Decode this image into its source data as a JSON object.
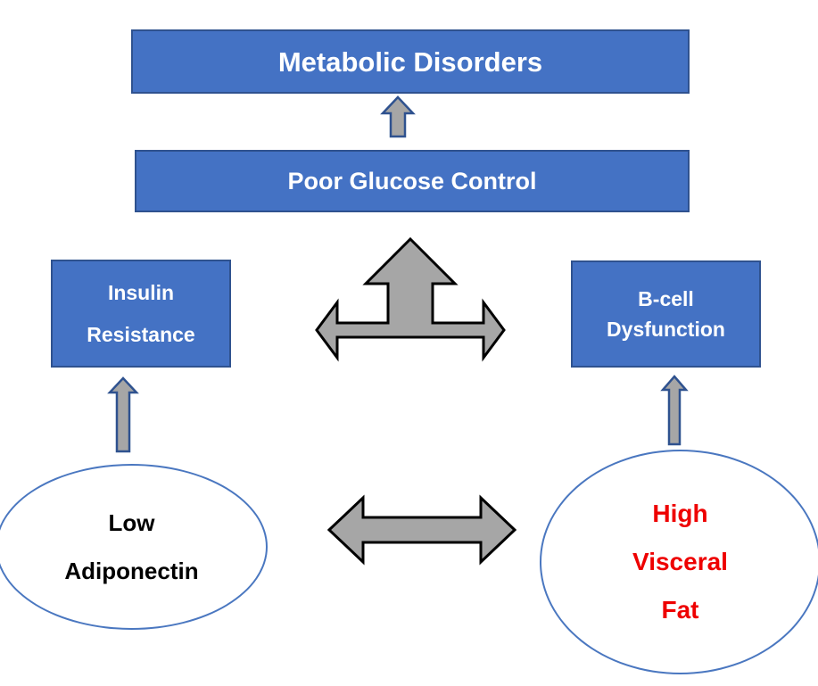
{
  "diagram": {
    "title_implied": "Metabolic Disorders pathway",
    "colors": {
      "box_fill": "#4472C4",
      "box_border": "#2F528F",
      "box_text": "#FFFFFF",
      "ellipse_border": "#4A77C0",
      "ellipse_fill": "#FFFFFF",
      "highlight_text": "#EE0000",
      "normal_text": "#000000",
      "arrow_gray_fill": "#A6A6A6",
      "arrow_gray_stroke": "#000000",
      "arrow_small_fill": "#A6A6A6",
      "arrow_small_stroke": "#2F528F",
      "background": "#FFFFFF"
    },
    "nodes": {
      "metabolic_disorders": {
        "label": "Metabolic Disorders",
        "shape": "rectangle"
      },
      "poor_glucose_control": {
        "label": "Poor Glucose Control",
        "shape": "rectangle"
      },
      "insulin_resistance": {
        "line1": "Insulin",
        "line2": "Resistance",
        "shape": "rectangle"
      },
      "bcell_dysfunction": {
        "line1": "B-cell",
        "line2": "Dysfunction",
        "shape": "rectangle"
      },
      "low_adiponectin": {
        "line1": "Low",
        "line2": "Adiponectin",
        "shape": "ellipse"
      },
      "high_visceral_fat": {
        "line1": "High",
        "line2": "Visceral",
        "line3": "Fat",
        "shape": "ellipse"
      }
    },
    "arrows": {
      "glucose_to_metabolic": {
        "name": "up-arrow",
        "direction": "up",
        "style": "small-blue-outline"
      },
      "center_tridirectional": {
        "name": "tri-directional-arrow",
        "direction": "up-left-right",
        "style": "large-gray"
      },
      "adiponectin_to_insulin": {
        "name": "up-arrow",
        "direction": "up",
        "style": "small-blue-outline"
      },
      "visceralfat_to_bcell": {
        "name": "up-arrow",
        "direction": "up",
        "style": "small-blue-outline"
      },
      "adiponectin_visceralfat": {
        "name": "bidirectional-arrow",
        "direction": "left-right",
        "style": "large-gray"
      }
    }
  }
}
